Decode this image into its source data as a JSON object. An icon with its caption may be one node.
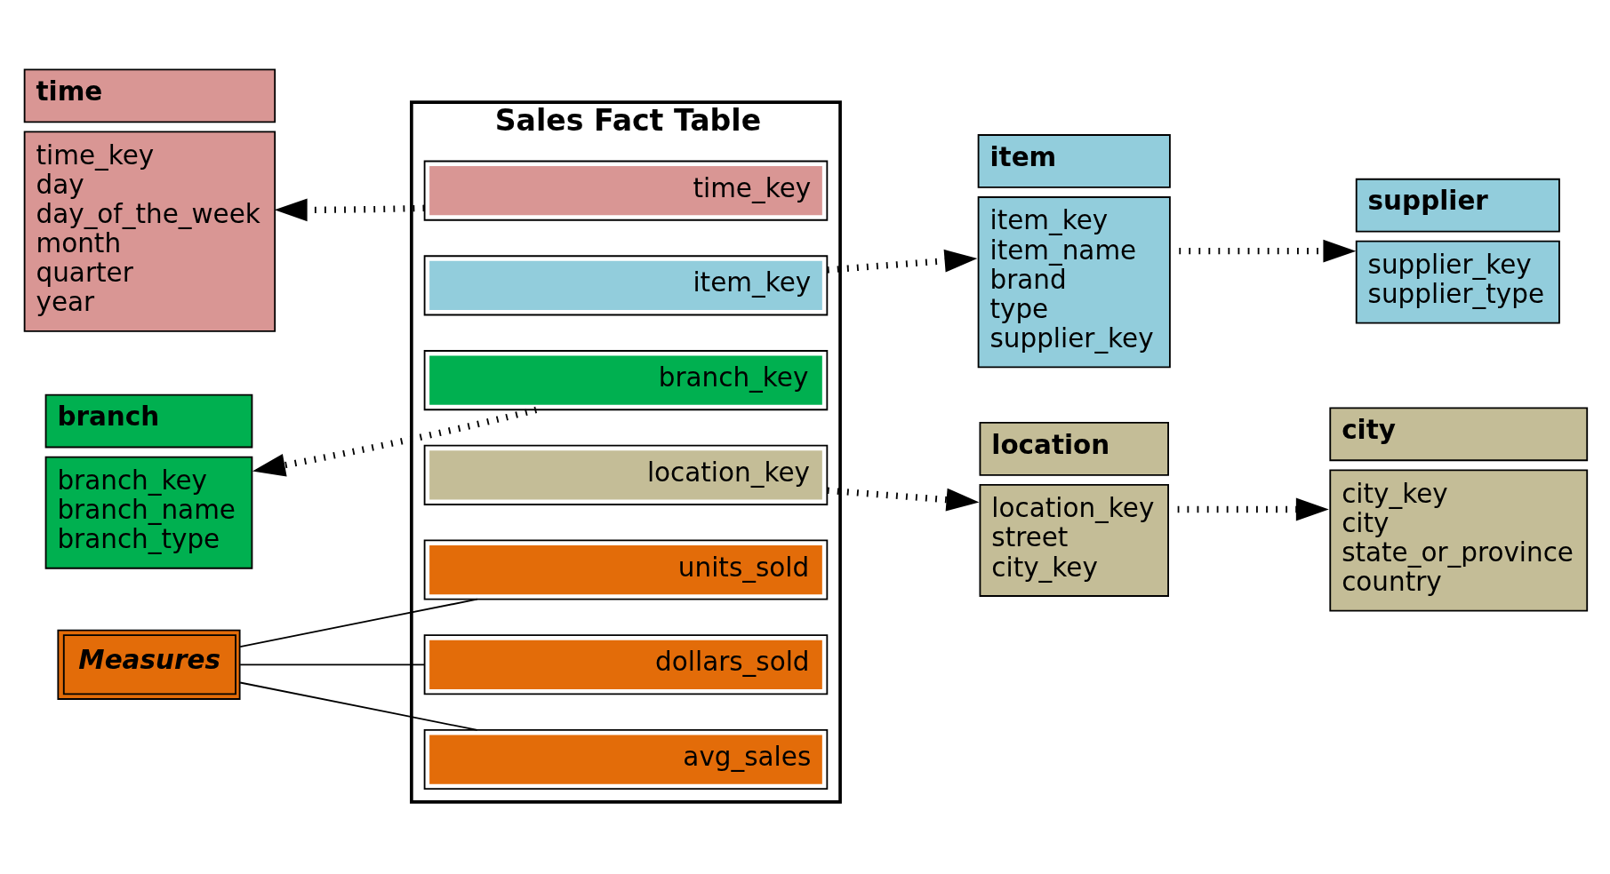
{
  "diagram": {
    "nodes": [
      {
        "text": [
          "time",
          "time_key",
          "day",
          "day_of_the_week",
          "month",
          "quarter",
          "year"
        ]
      },
      {
        "text": [
          "Sales Fact Table"
        ]
      },
      {
        "text": [
          "time_key"
        ],
        "in": 1
      },
      {
        "text": [
          "item_key"
        ],
        "in": 1
      },
      {
        "text": [
          "branch_key"
        ],
        "in": 1
      },
      {
        "text": [
          "location_key"
        ],
        "in": 1
      },
      {
        "text": [
          "units_sold"
        ],
        "in": 1
      },
      {
        "text": [
          "dollars_sold"
        ],
        "in": 1
      },
      {
        "text": [
          "avg_sales"
        ],
        "in": 1
      },
      {
        "text": [
          "item",
          "item_key",
          "item_name",
          "brand",
          "type",
          "supplier_key"
        ]
      },
      {
        "text": [
          "supplier",
          "supplier_key",
          "supplier_type"
        ]
      },
      {
        "text": [
          "branch",
          "branch_key",
          "branch_name",
          "branch_type"
        ]
      },
      {
        "text": [
          "location",
          "location_key",
          "street",
          "city_key"
        ]
      },
      {
        "text": [
          "city",
          "city_key",
          "city",
          "state_or_province",
          "country"
        ]
      },
      {
        "text": [
          "Measures"
        ]
      }
    ],
    "edges": [
      {
        "from": 2,
        "to": 0,
        "arrow": "to",
        "style": "dashed"
      },
      {
        "from": 3,
        "to": 9,
        "arrow": "to",
        "style": "dashed"
      },
      {
        "from": 9,
        "to": 10,
        "arrow": "to",
        "style": "dashed"
      },
      {
        "from": 4,
        "to": 11,
        "arrow": "to",
        "style": "dashed"
      },
      {
        "from": 5,
        "to": 12,
        "arrow": "to",
        "style": "dashed"
      },
      {
        "from": 12,
        "to": 13,
        "arrow": "to",
        "style": "dashed"
      },
      {
        "from": 14,
        "to": 6,
        "arrow": "none"
      },
      {
        "from": 14,
        "to": 7,
        "arrow": "none"
      },
      {
        "from": 14,
        "to": 8,
        "arrow": "none"
      }
    ]
  }
}
